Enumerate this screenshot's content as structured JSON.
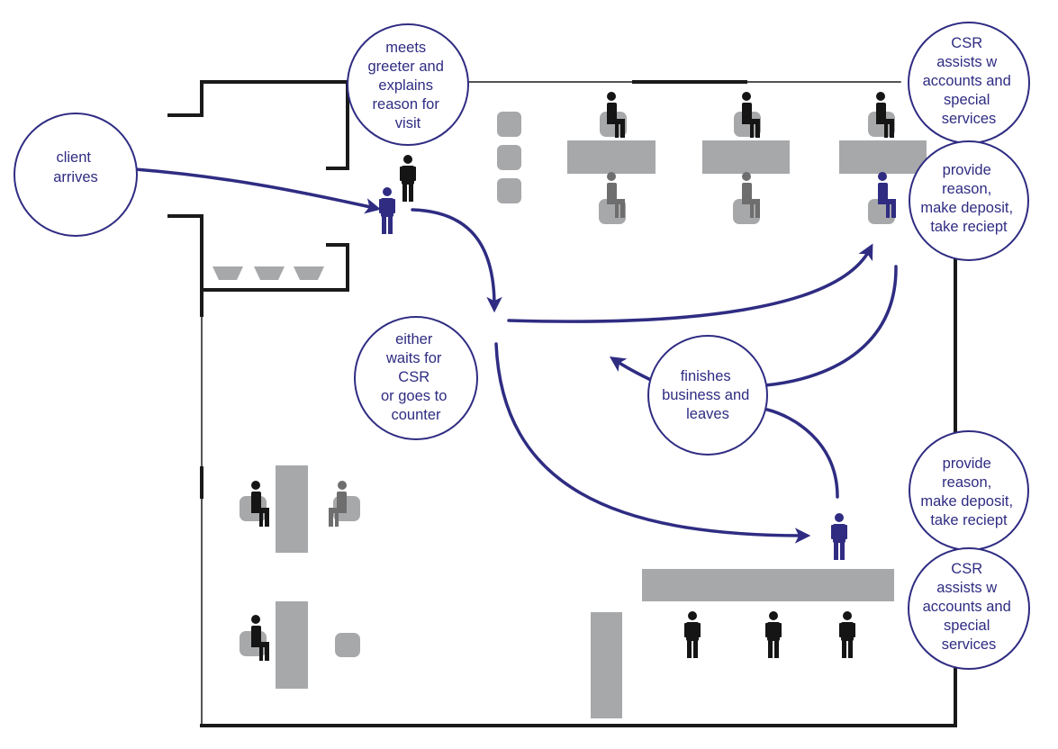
{
  "colors": {
    "wall": "#1a1a1a",
    "furniture": "#a7a8aa",
    "flow": "#2f2c82",
    "person_dark": "#151515",
    "person_gray": "#6e6e6e",
    "person_client": "#2f2c82",
    "bubble_fill": "#ffffff"
  },
  "bubbles": {
    "client_arrives": [
      "client",
      "arrives"
    ],
    "meets_greeter": [
      "meets",
      "greeter and",
      "explains",
      "reason for",
      "visit"
    ],
    "either_waits": [
      "either",
      "waits for",
      "CSR",
      "or goes to",
      "counter"
    ],
    "finishes_business": [
      "finishes",
      "business and",
      "leaves"
    ],
    "csr_assists_top": [
      "CSR",
      "assists w",
      "accounts and",
      "special",
      "services"
    ],
    "provide_reason_top": [
      "provide",
      "reason,",
      "make deposit,",
      "take reciept"
    ],
    "provide_reason_bottom": [
      "provide",
      "reason,",
      "make deposit,",
      "take reciept"
    ],
    "csr_assists_bottom": [
      "CSR",
      "assists w",
      "accounts and",
      "special",
      "services"
    ]
  }
}
